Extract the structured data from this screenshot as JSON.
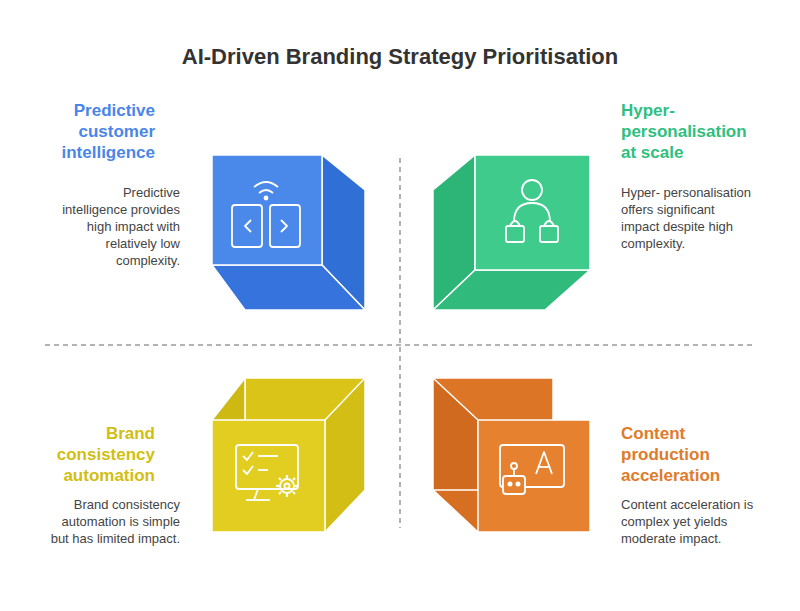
{
  "diagram": {
    "title": "AI-Driven Branding Strategy Prioritisation",
    "nodes": [
      {
        "text": [
          "Predictive customer intelligence",
          "Predictive intelligence provides high impact with relatively low complexity."
        ]
      },
      {
        "text": [
          "Hyper- personalisation at scale",
          "Hyper- personalisation offers significant impact despite high complexity."
        ]
      },
      {
        "text": [
          "Brand consistency automation",
          "Brand consistency automation is simple but has limited impact."
        ]
      },
      {
        "text": [
          "Content production acceleration",
          "Content acceleration is complex yet yields moderate impact."
        ]
      }
    ]
  }
}
